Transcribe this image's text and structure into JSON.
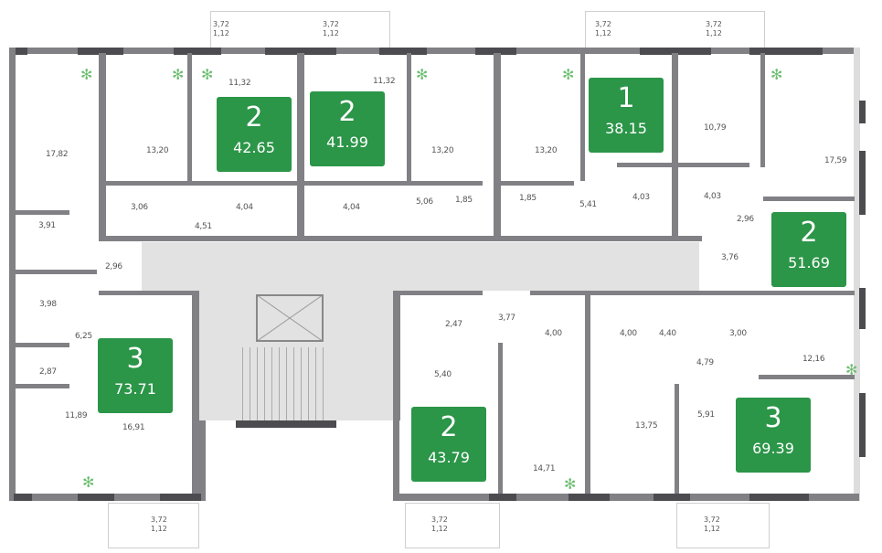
{
  "apartments": [
    {
      "rooms": "2",
      "area": "42.65"
    },
    {
      "rooms": "2",
      "area": "41.99"
    },
    {
      "rooms": "1",
      "area": "38.15"
    },
    {
      "rooms": "2",
      "area": "51.69"
    },
    {
      "rooms": "3",
      "area": "73.71"
    },
    {
      "rooms": "2",
      "area": "43.79"
    },
    {
      "rooms": "3",
      "area": "69.39"
    }
  ],
  "room_areas": [
    "17,82",
    "13,20",
    "11,32",
    "11,32",
    "13,20",
    "13,20",
    "10,79",
    "17,59",
    "3,06",
    "4,04",
    "4,04",
    "4,51",
    "3,91",
    "5,06",
    "1,85",
    "1,85",
    "5,41",
    "4,03",
    "4,03",
    "2,96",
    "3,76",
    "2,96",
    "3,98",
    "6,25",
    "2,87",
    "11,89",
    "16,91",
    "2,47",
    "3,77",
    "4,00",
    "4,00",
    "4,40",
    "3,00",
    "4,79",
    "12,16",
    "5,40",
    "13,75",
    "14,71",
    "5,91"
  ],
  "balconies": [
    {
      "area": "3,72",
      "depth": "1,12"
    },
    {
      "area": "3,72",
      "depth": "1,12"
    },
    {
      "area": "3,72",
      "depth": "1,12"
    },
    {
      "area": "3,72",
      "depth": "1,12"
    },
    {
      "area": "3,72",
      "depth": "1,12"
    },
    {
      "area": "3,72",
      "depth": "1,12"
    },
    {
      "area": "3,72",
      "depth": "1,12"
    }
  ],
  "colors": {
    "badge": "#2b9548",
    "wall": "#808085",
    "corridor": "#e2e2e2"
  }
}
